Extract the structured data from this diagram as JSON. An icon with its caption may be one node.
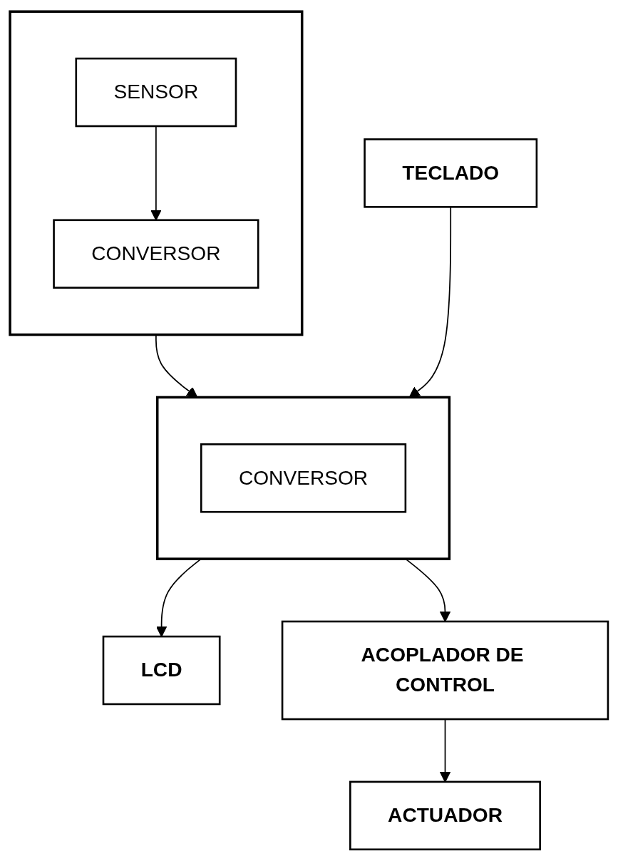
{
  "diagram": {
    "nodes": [
      {
        "text": [],
        "shape": "box"
      },
      {
        "text": [
          "SENSOR"
        ],
        "in": 0
      },
      {
        "text": [
          "CONVERSOR"
        ],
        "in": 0
      },
      {
        "text": [],
        "shape": "box"
      },
      {
        "text": [
          "CONVERSOR"
        ],
        "in": 3
      },
      {
        "text": [
          "TECLADO"
        ]
      },
      {
        "text": [
          "LCD"
        ]
      },
      {
        "text": [
          "ACOPLADOR DE CONTROL"
        ]
      },
      {
        "text": [
          "ACTUADOR"
        ]
      }
    ],
    "edges": [
      {
        "from": 1,
        "to": 2,
        "arrow": "to"
      },
      {
        "from": 0,
        "to": 3,
        "arrow": "to"
      },
      {
        "from": 5,
        "to": 3,
        "arrow": "to"
      },
      {
        "from": 3,
        "to": 6,
        "arrow": "to"
      },
      {
        "from": 3,
        "to": 7,
        "arrow": "to"
      },
      {
        "from": 7,
        "to": 8,
        "arrow": "to"
      }
    ]
  }
}
